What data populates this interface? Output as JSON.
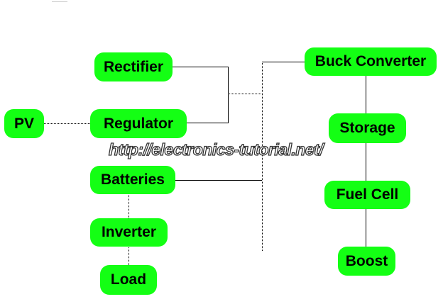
{
  "diagram": {
    "nodes": {
      "pv": "PV",
      "rectifier": "Rectifier",
      "regulator": "Regulator",
      "batteries": "Batteries",
      "inverter": "Inverter",
      "load": "Load",
      "buck_converter": "Buck Converter",
      "storage": "Storage",
      "fuel_cell": "Fuel Cell",
      "boost": "Boost"
    },
    "watermark": "http://electronics-tutorial.net/",
    "colors": {
      "node_fill": "#14ff14",
      "line": "#000000",
      "background": "#ffffff"
    }
  }
}
